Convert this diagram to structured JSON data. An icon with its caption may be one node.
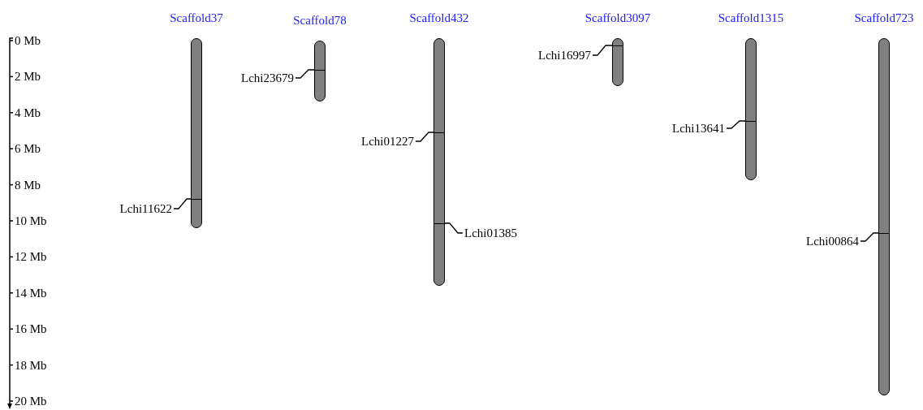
{
  "diagram": {
    "nodes": [
      {
        "text": [
          "Scaffold37"
        ]
      },
      {
        "text": [
          "Scaffold78"
        ]
      },
      {
        "text": [
          "Scaffold432"
        ]
      },
      {
        "text": [
          "Scaffold3097"
        ]
      },
      {
        "text": [
          "Scaffold1315"
        ]
      },
      {
        "text": [
          "Scaffold723"
        ]
      },
      {
        "text": [
          "Lchi11622"
        ]
      },
      {
        "text": [
          "Lchi23679"
        ]
      },
      {
        "text": [
          "Lchi01227"
        ]
      },
      {
        "text": [
          "Lchi01385"
        ]
      },
      {
        "text": [
          "Lchi16997"
        ]
      },
      {
        "text": [
          "Lchi13641"
        ]
      },
      {
        "text": [
          "Lchi00864"
        ]
      }
    ],
    "edges": [
      {
        "from": 6,
        "to": 0,
        "arrow": "none"
      },
      {
        "from": 7,
        "to": 1,
        "arrow": "none"
      },
      {
        "from": 8,
        "to": 2,
        "arrow": "none"
      },
      {
        "from": 9,
        "to": 2,
        "arrow": "none"
      },
      {
        "from": 10,
        "to": 3,
        "arrow": "none"
      },
      {
        "from": 11,
        "to": 4,
        "arrow": "none"
      },
      {
        "from": 12,
        "to": 5,
        "arrow": "none"
      }
    ],
    "labels": [
      "0 Mb",
      "2 Mb",
      "4 Mb",
      "6 Mb",
      "8 Mb",
      "10 Mb",
      "12 Mb",
      "14 Mb",
      "16 Mb",
      "18 Mb",
      "20 Mb"
    ]
  }
}
